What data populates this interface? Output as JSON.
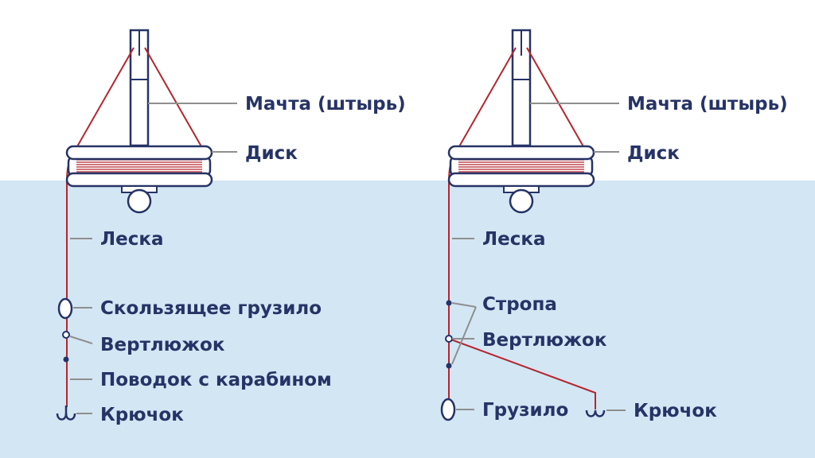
{
  "colors": {
    "water": "#d3e6f4",
    "air": "#ffffff",
    "outline": "#263366",
    "line": "#b5262e",
    "leader": "#8f8f8f"
  },
  "left_rig": {
    "labels": {
      "mast": "Мачта (штырь)",
      "disc": "Диск",
      "line": "Леска",
      "sliding_sinker": "Скользящее грузило",
      "swivel": "Вертлюжок",
      "leader_with_snap": "Поводок с карабином",
      "hook": "Крючок"
    }
  },
  "right_rig": {
    "labels": {
      "mast": "Мачта (штырь)",
      "disc": "Диск",
      "line": "Леска",
      "sling": "Стропа",
      "swivel": "Вертлюжок",
      "sinker": "Грузило",
      "hook": "Крючок"
    }
  }
}
